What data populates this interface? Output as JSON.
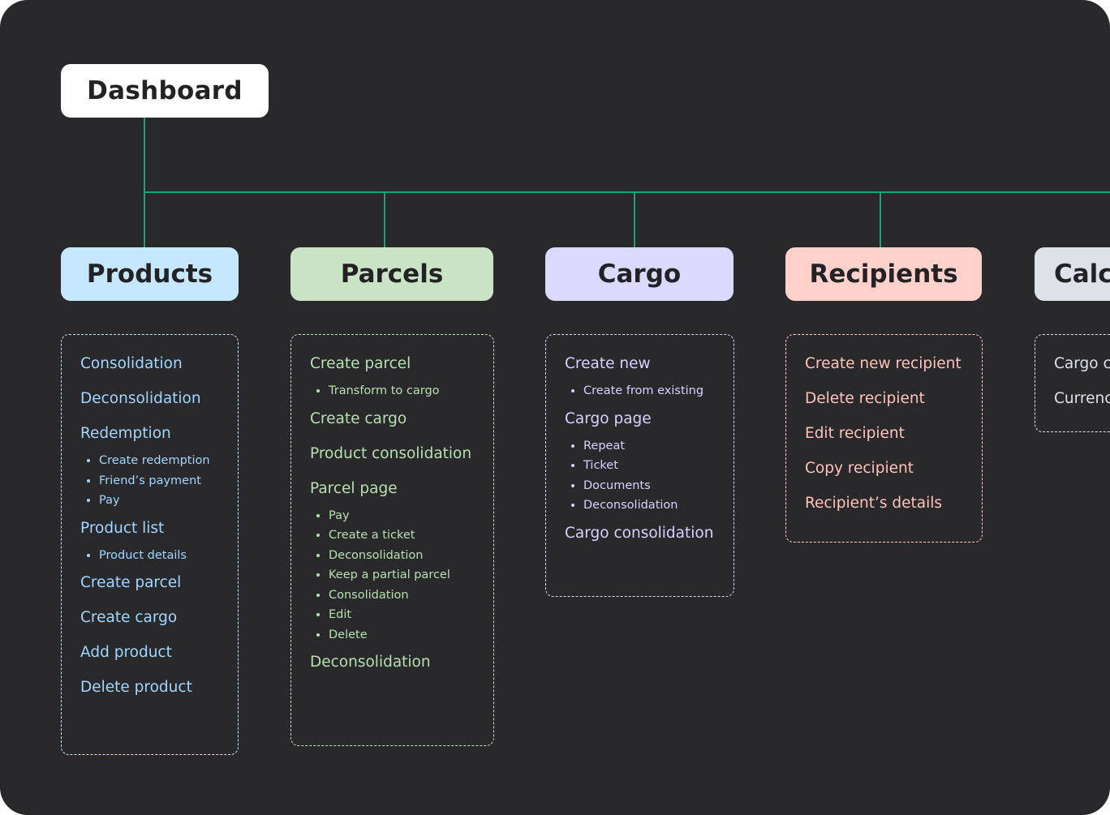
{
  "root": {
    "label": "Dashboard"
  },
  "colors": {
    "background": "#29282b",
    "connector": "#1f9e78",
    "products": "#c6e8ff",
    "parcels": "#c9e3c4",
    "cargo": "#dcd9ff",
    "recipients": "#ffd1cb",
    "calculator": "#dde2e8"
  },
  "sections": {
    "products": {
      "title": "Products",
      "entries": [
        {
          "text": "Consolidation",
          "sub": []
        },
        {
          "text": "Deconsolidation",
          "sub": []
        },
        {
          "text": "Redemption",
          "sub": [
            "Create redemption",
            "Friend’s payment",
            "Pay"
          ]
        },
        {
          "text": "Product list",
          "sub": [
            "Product details"
          ]
        },
        {
          "text": "Create parcel",
          "sub": []
        },
        {
          "text": "Create cargo",
          "sub": []
        },
        {
          "text": "Add product",
          "sub": []
        },
        {
          "text": "Delete product",
          "sub": []
        }
      ]
    },
    "parcels": {
      "title": "Parcels",
      "entries": [
        {
          "text": "Create parcel",
          "sub": [
            "Transform to cargo"
          ]
        },
        {
          "text": "Create cargo",
          "sub": []
        },
        {
          "text": "Product consolidation",
          "sub": []
        },
        {
          "text": "Parcel page",
          "sub": [
            "Pay",
            "Create a ticket",
            "Deconsolidation",
            "Keep a partial parcel",
            "Consolidation",
            "Edit",
            "Delete"
          ]
        },
        {
          "text": "Deconsolidation",
          "sub": []
        }
      ]
    },
    "cargo": {
      "title": "Cargo",
      "entries": [
        {
          "text": "Create new",
          "sub": [
            "Create from existing"
          ]
        },
        {
          "text": "Cargo page",
          "sub": [
            "Repeat",
            "Ticket",
            "Documents",
            "Deconsolidation"
          ]
        },
        {
          "text": "Cargo consolidation",
          "sub": []
        }
      ]
    },
    "recipients": {
      "title": "Recipients",
      "entries": [
        {
          "text": "Create new recipient",
          "sub": []
        },
        {
          "text": "Delete recipient",
          "sub": []
        },
        {
          "text": "Edit recipient",
          "sub": []
        },
        {
          "text": "Copy recipient",
          "sub": []
        },
        {
          "text": "Recipient’s details",
          "sub": []
        }
      ]
    },
    "calculator": {
      "title": "Calc",
      "entries": [
        {
          "text": "Cargo c",
          "sub": []
        },
        {
          "text": "Currenc",
          "sub": []
        }
      ]
    }
  }
}
